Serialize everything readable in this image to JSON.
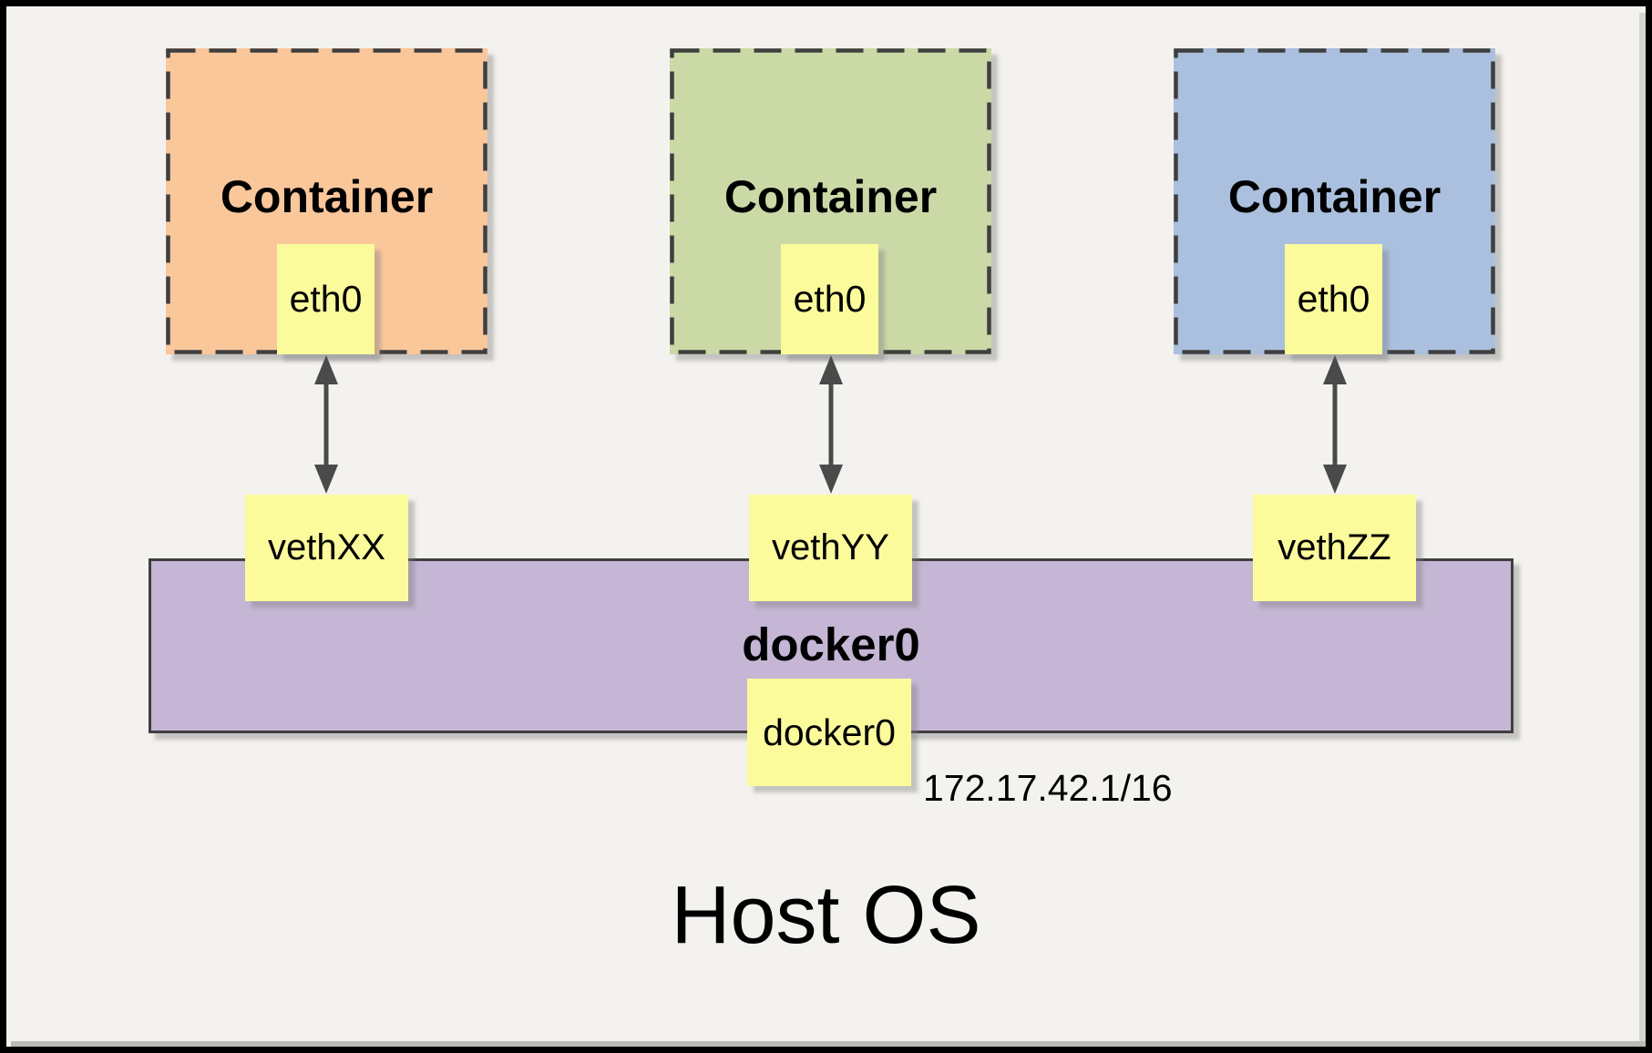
{
  "colors": {
    "background": "#F4F2EE",
    "container_orange": "#FAC79B",
    "container_green": "#CBD9A7",
    "container_blue": "#ABC0DE",
    "note_yellow": "#FBFB9C",
    "bridge_purple": "#C4B6D4",
    "border_dark": "#3F3F3F",
    "arrow_gray": "#4A4A4A",
    "page_edge": "#BCBCB7"
  },
  "containers": [
    {
      "label": "Container",
      "interface": "eth0",
      "veth": "vethXX"
    },
    {
      "label": "Container",
      "interface": "eth0",
      "veth": "vethYY"
    },
    {
      "label": "Container",
      "interface": "eth0",
      "veth": "vethZZ"
    }
  ],
  "bridge": {
    "name": "docker0",
    "interface": "docker0",
    "ip": "172.17.42.1/16"
  },
  "host": {
    "label": "Host OS"
  }
}
